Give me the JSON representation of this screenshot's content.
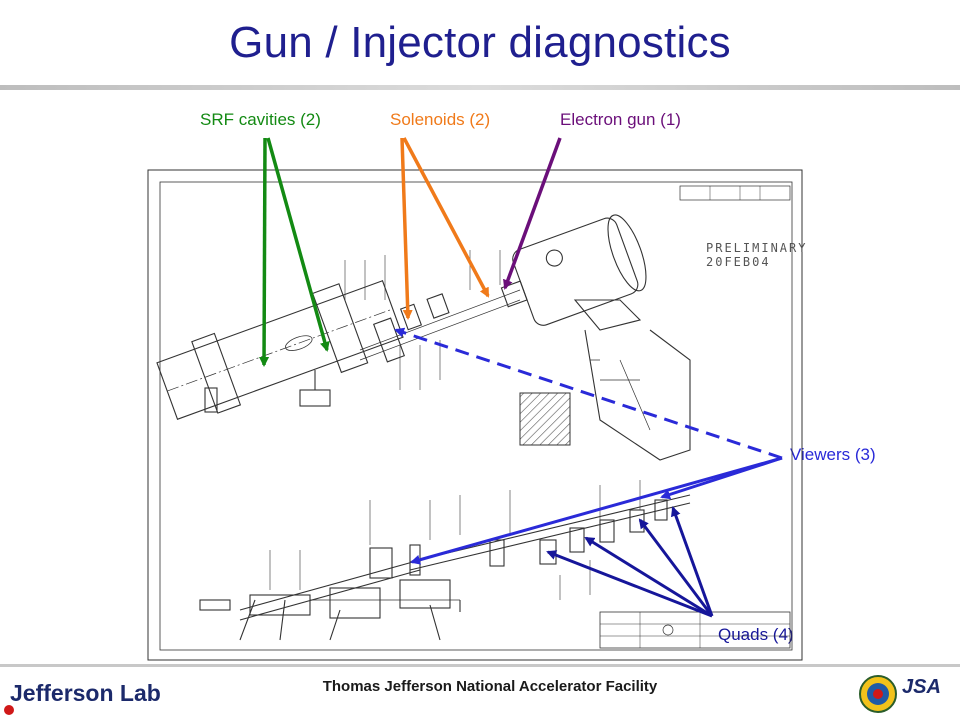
{
  "title": "Gun / Injector diagnostics",
  "callouts": {
    "srf": {
      "label": "SRF cavities (2)",
      "color": "#138a13"
    },
    "solenoids": {
      "label": "Solenoids (2)",
      "color": "#f07a1a"
    },
    "gun": {
      "label": "Electron gun (1)",
      "color": "#6b0f7a"
    },
    "viewers": {
      "label": "Viewers (3)",
      "color": "#2a2ad8"
    },
    "quads": {
      "label": "Quads (4)",
      "color": "#16169a"
    }
  },
  "drawing": {
    "stamp_line1": "PRELIMINARY",
    "stamp_line2": "20FEB04"
  },
  "footer": {
    "logo_text": "Jefferson Lab",
    "facility": "Thomas Jefferson National Accelerator Facility",
    "jsa": "JSA"
  }
}
